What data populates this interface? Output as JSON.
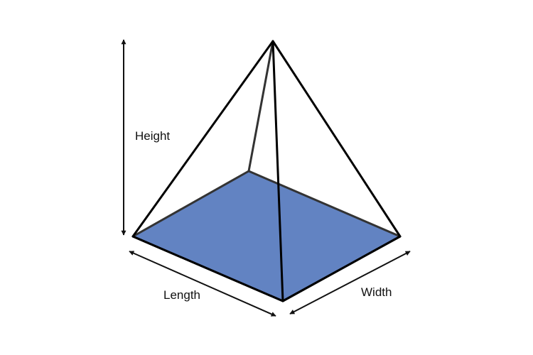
{
  "labels": {
    "height": "Height",
    "length": "Length",
    "width": "Width"
  },
  "colors": {
    "base_fill": "#6283c2",
    "edge": "#000000",
    "hidden_edge": "#333333",
    "background": "#ffffff",
    "text": "#111111"
  }
}
